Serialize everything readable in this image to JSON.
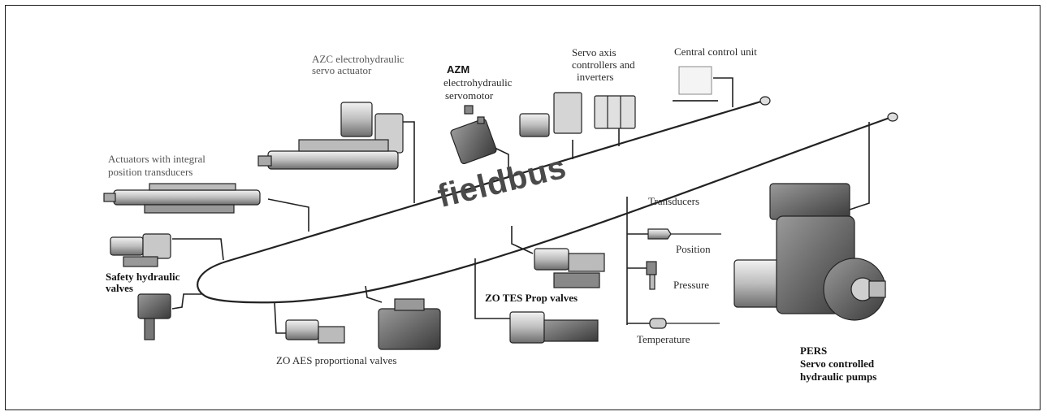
{
  "bus_label": "fieldbus",
  "labels": {
    "azc_line1": "AZC electrohydraulic",
    "azc_line2": "servo actuator",
    "azm_line1": "AZM",
    "azm_line2": "electrohydraulic",
    "azm_line3": "servomotor",
    "servo_line1": "Servo axis",
    "servo_line2": "controllers and",
    "servo_line3": "inverters",
    "central_unit": "Central control unit",
    "actuators_line1": "Actuators with integral",
    "actuators_line2": "position transducers",
    "safety_line1": "Safety hydraulic",
    "safety_line2": "valves",
    "zo_aes": "ZO AES proportional valves",
    "zo_tes": "ZO TES Prop valves",
    "transducers": "Transducers",
    "position": "Position",
    "pressure": "Pressure",
    "temperature": "Temperature",
    "pers_line1": "PERS",
    "pers_line2": "Servo controlled",
    "pers_line3": "hydraulic pumps"
  }
}
